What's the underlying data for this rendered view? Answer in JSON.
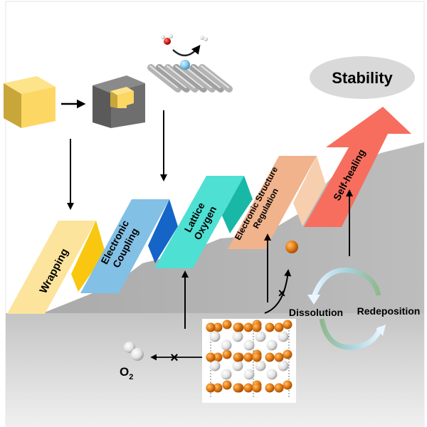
{
  "goal": {
    "label": "Stability",
    "color": "#d9d9d9"
  },
  "steps": [
    {
      "label_lines": [
        "Wrapping"
      ],
      "face_color": "#fde49c",
      "side_color": "#f9c710"
    },
    {
      "label_lines": [
        "Electronic",
        "Coupling"
      ],
      "face_color": "#82c0e6",
      "side_color": "#1565c8"
    },
    {
      "label_lines": [
        "Lattice",
        "Oxygen"
      ],
      "face_color": "#4fe0d4",
      "side_color": "#19b8a6"
    },
    {
      "label_lines": [
        "Electronic Structure",
        "Regulation"
      ],
      "face_color": "#f1b38c",
      "side_color": "#f7ceae"
    },
    {
      "label_lines": [
        "Self-healing"
      ],
      "face_color": "#f76e5e",
      "side_color": "#f76e5e"
    }
  ],
  "cycle": {
    "left_label": "Dissolution",
    "right_label": "Redeposition"
  },
  "oxygen": {
    "label": "O",
    "subscript": "2"
  },
  "blocked_marker": "×",
  "colors": {
    "background_top": "#ffffff",
    "slope": "#b4b4b4",
    "floor_top": "#c8c8c8",
    "floor_bottom": "#f0f0f0",
    "cube_yellow": "#fcd763",
    "cube_gray": "#6e6e6e",
    "metal_atom": "#e8821a",
    "oxygen_atom": "#eeeeee",
    "adsorbate": "#7fc4e8",
    "water_o": "#d41c1c"
  }
}
